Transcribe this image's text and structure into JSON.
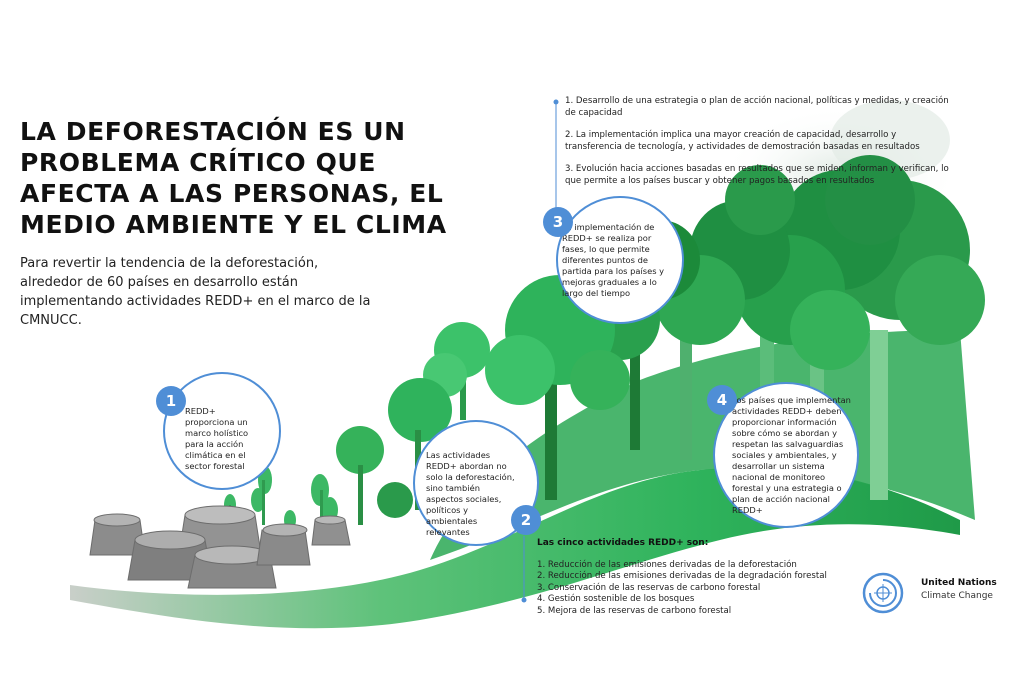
{
  "title": "LA DEFORESTACIÓN ES UN PROBLEMA CRÍTICO QUE AFECTA A LAS PERSONAS, EL MEDIO AMBIENTE Y EL CLIMA",
  "subtitle": "Para revertir la tendencia de la deforestación, alrededor de 60 países en desarrollo están implementando actividades REDD+ en el marco de la CMNUCC.",
  "phases": [
    "1. Desarrollo de una estrategia o plan de acción nacional, políticas y medidas, y creación de capacidad",
    "2. La implementación implica una mayor creación de capacidad, desarrollo y transferencia de tecnología, y actividades de demostración basadas en resultados",
    "3. Evolución hacia acciones basadas en resultados que se miden, informan y verifican, lo que permite a los países buscar y obtener pagos basados en resultados"
  ],
  "callouts": [
    {
      "number": "1",
      "text": "REDD+ proporciona un marco holístico para la acción climática en el sector forestal"
    },
    {
      "number": "2",
      "text": "Las actividades REDD+ abordan no solo la deforestación, sino también aspectos sociales, políticos y ambientales relevantes"
    },
    {
      "number": "3",
      "text": "La implementación de REDD+ se realiza por fases, lo que permite diferentes puntos de partida para los países y mejoras graduales a lo largo del tiempo"
    },
    {
      "number": "4",
      "text": "Los países que implementan actividades REDD+ deben proporcionar información sobre cómo se abordan y respetan las salvaguardias sociales y ambientales, y desarrollar un sistema nacional de monitoreo forestal y una estrategia o plan de acción nacional REDD+"
    }
  ],
  "activities": {
    "title": "Las cinco actividades REDD+ son:",
    "items": [
      "1. Reducción de las emisiones derivadas de la deforestación",
      "2. Reducción de las emisiones derivadas de la degradación forestal",
      "3. Conservación de las reservas de carbono forestal",
      "4. Gestión sostenible de los bosques",
      "5. Mejora de las reservas de carbono forestal"
    ]
  },
  "logo": {
    "name": "United Nations",
    "subname": "Climate Change"
  },
  "colors": {
    "accent": "#4f8ed6",
    "forest_dark": "#1f8a3c",
    "forest_light": "#3cc26a",
    "stump": "#8c8c8c"
  }
}
